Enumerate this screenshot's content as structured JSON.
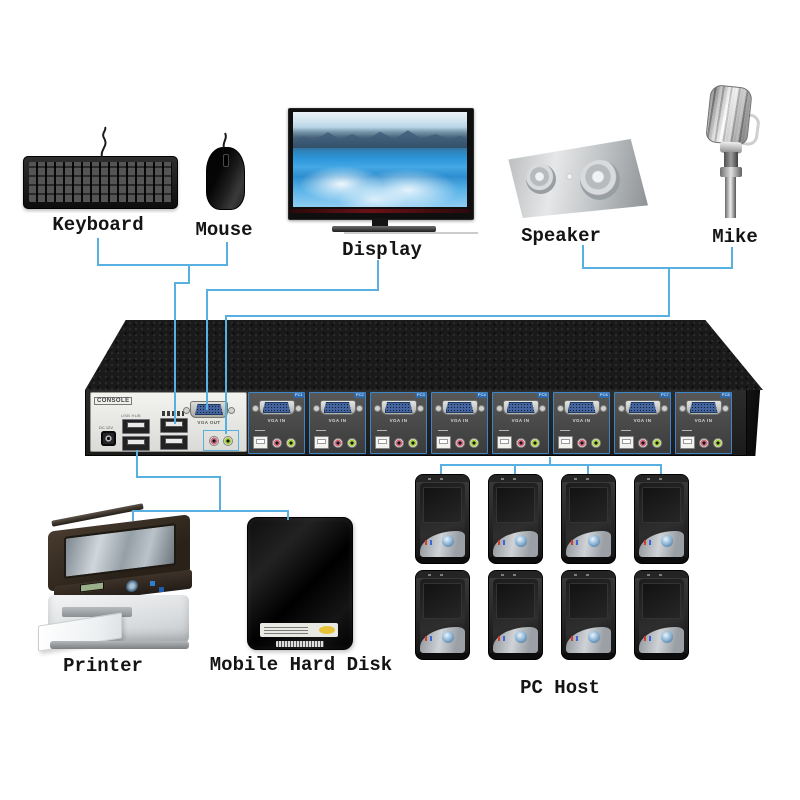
{
  "colors": {
    "connection_line": "#58b0e0",
    "port_outline": "#3d85c6",
    "port_tag_bg": "#2e6db4",
    "vga_blue": "#46659f"
  },
  "peripherals": {
    "keyboard": "Keyboard",
    "mouse": "Mouse",
    "display": "Display",
    "speaker": "Speaker",
    "mike": "Mike"
  },
  "downstream": {
    "printer": "Printer",
    "mobile_hard_disk": "Mobile Hard Disk",
    "pc_host": "PC Host"
  },
  "kvm": {
    "console_label": "CONSOLE",
    "dc_label": "DC 12V",
    "usb_hub_label": "USB HUB",
    "vga_out_label": "VGA OUT",
    "vga_in_label": "VGA IN",
    "ports": [
      {
        "label": "PC1"
      },
      {
        "label": "PC2"
      },
      {
        "label": "PC3"
      },
      {
        "label": "PC4"
      },
      {
        "label": "PC5"
      },
      {
        "label": "PC6"
      },
      {
        "label": "PC7"
      },
      {
        "label": "PC8"
      }
    ]
  },
  "pc_count": 8
}
